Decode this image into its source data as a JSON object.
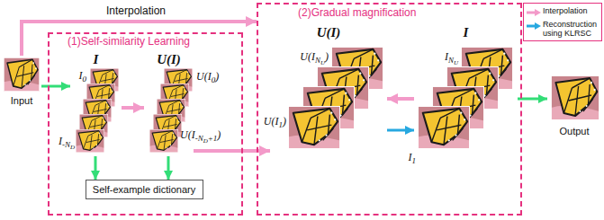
{
  "diagram": {
    "nodes": [
      {
        "text": [
          "Input"
        ]
      },
      {
        "text": [
          "(1)Self-similarity Learning"
        ]
      },
      {
        "text": [
          "I"
        ],
        "in": 1
      },
      {
        "text": [
          "U(I)"
        ],
        "in": 1
      },
      {
        "text": [
          "Self-example dictionary"
        ],
        "in": 1
      },
      {
        "text": [
          "(2)Gradual magnification"
        ]
      },
      {
        "text": [
          "U(I)"
        ],
        "in": 5
      },
      {
        "text": [
          "I"
        ],
        "in": 5
      },
      {
        "text": [
          "Output"
        ]
      }
    ],
    "edges": [
      {
        "from": 0,
        "to": 5,
        "label": "Interpolation",
        "arrow": "to"
      },
      {
        "from": 0,
        "to": 2,
        "arrow": "to"
      },
      {
        "from": 2,
        "to": 3,
        "arrow": "to"
      },
      {
        "from": 2,
        "to": 4,
        "arrow": "to"
      },
      {
        "from": 3,
        "to": 4,
        "arrow": "to"
      },
      {
        "from": 3,
        "to": 6,
        "arrow": "to"
      },
      {
        "from": 6,
        "to": 7,
        "arrow": "to"
      },
      {
        "from": 7,
        "to": 6,
        "arrow": "to"
      },
      {
        "from": 7,
        "to": 8,
        "arrow": "to"
      }
    ],
    "labels": [
      "I0",
      "I-ND",
      "U(I0)",
      "U(I-ND+1)",
      "U(INU)",
      "INU",
      "U(I1)",
      "I1"
    ],
    "legend": [
      {
        "text": "Interpolation"
      },
      {
        "text": "Reconstruction using KLRSC"
      }
    ]
  }
}
